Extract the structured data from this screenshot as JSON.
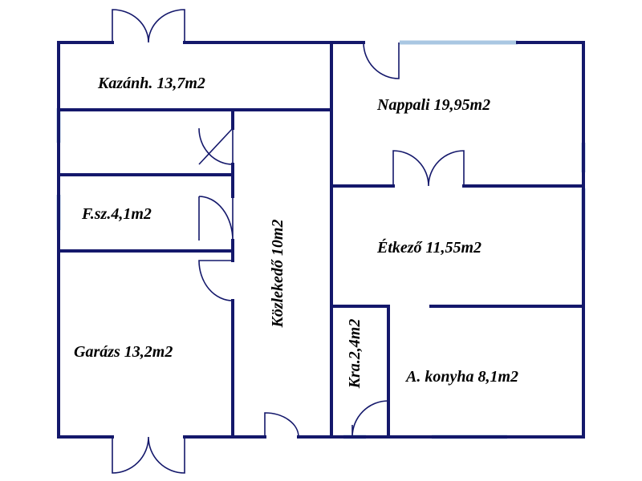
{
  "plan": {
    "rooms": [
      {
        "id": "kazanh",
        "label": "Kazánh. 13,7m2"
      },
      {
        "id": "nappali",
        "label": "Nappali 19,95m2"
      },
      {
        "id": "fsz",
        "label": "F.sz.4,1m2"
      },
      {
        "id": "kozlekedo",
        "label": "Közlekedő 10m2"
      },
      {
        "id": "etkezo",
        "label": "Étkező 11,55m2"
      },
      {
        "id": "garazs",
        "label": "Garázs 13,2m2"
      },
      {
        "id": "kra",
        "label": "Kra.2,4m2"
      },
      {
        "id": "konyha",
        "label": "A. konyha 8,1m2"
      }
    ],
    "colors": {
      "wall": "#14186b",
      "window": "#a9c7e2",
      "background": "#ffffff"
    }
  }
}
